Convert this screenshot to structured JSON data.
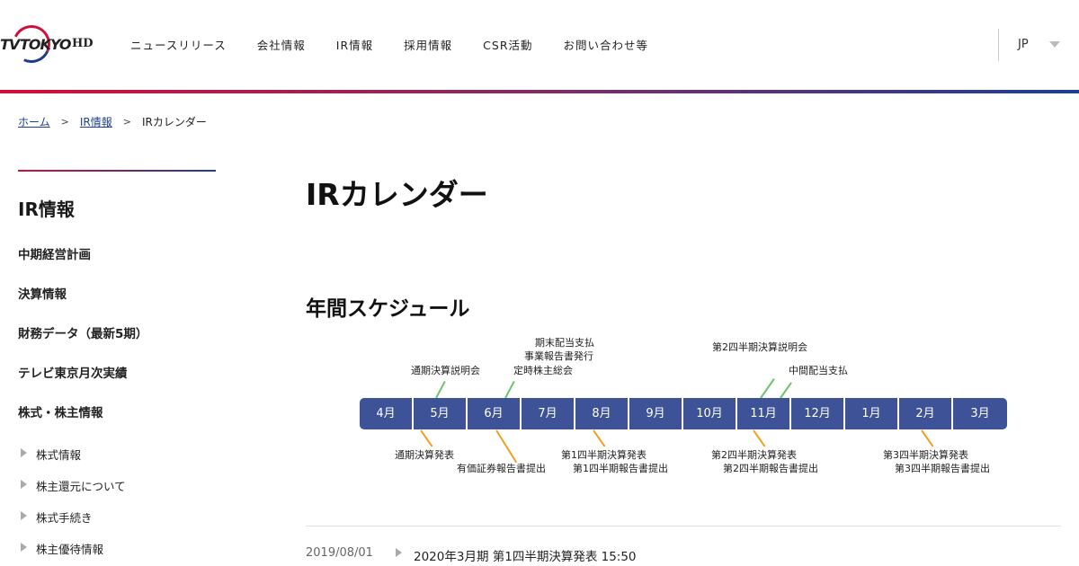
{
  "header": {
    "logo": {
      "tv": "TV",
      "tokyo": "TOKYO",
      "hd": "HD"
    },
    "nav": [
      "ニュースリリース",
      "会社情報",
      "IR情報",
      "採用情報",
      "CSR活動",
      "お問い合わせ等"
    ],
    "lang": "JP"
  },
  "breadcrumb": {
    "home": "ホーム",
    "ir": "IR情報",
    "current": "IRカレンダー"
  },
  "sidebar": {
    "title": "IR情報",
    "items": [
      "中期経営計画",
      "決算情報",
      "財務データ（最新5期）",
      "テレビ東京月次実績",
      "株式・株主情報"
    ],
    "subitems": [
      "株式情報",
      "株主還元について",
      "株式手続き",
      "株主優待情報"
    ]
  },
  "main": {
    "page_title": "IRカレンダー",
    "section_title": "年間スケジュール"
  },
  "schedule": {
    "months": [
      "4月",
      "5月",
      "6月",
      "7月",
      "8月",
      "9月",
      "10月",
      "11月",
      "12月",
      "1月",
      "2月",
      "3月"
    ],
    "events_above": {
      "may": "通期決算説明会",
      "june_1": "期末配当支払",
      "june_2": "事業報告書発行",
      "june_3": "定時株主総会",
      "nov_1": "第2四半期決算説明会",
      "nov_2": "中間配当支払"
    },
    "events_below": {
      "may": "通期決算発表",
      "june": "有価証券報告書提出",
      "aug_1": "第1四半期決算発表",
      "aug_2": "第1四半期報告書提出",
      "nov_1": "第2四半期決算発表",
      "nov_2": "第2四半期報告書提出",
      "feb_1": "第3四半期決算発表",
      "feb_2": "第3四半期報告書提出"
    },
    "colors": {
      "month_bg": "#3d5297",
      "lead_above": "#6cc36a",
      "lead_below": "#f0a020"
    }
  },
  "news": [
    {
      "date": "2019/08/01",
      "text": "2020年3月期 第1四半期決算発表 15:50"
    }
  ],
  "colors": {
    "brand_red": "#d20f3b",
    "brand_blue": "#1d3f92"
  }
}
